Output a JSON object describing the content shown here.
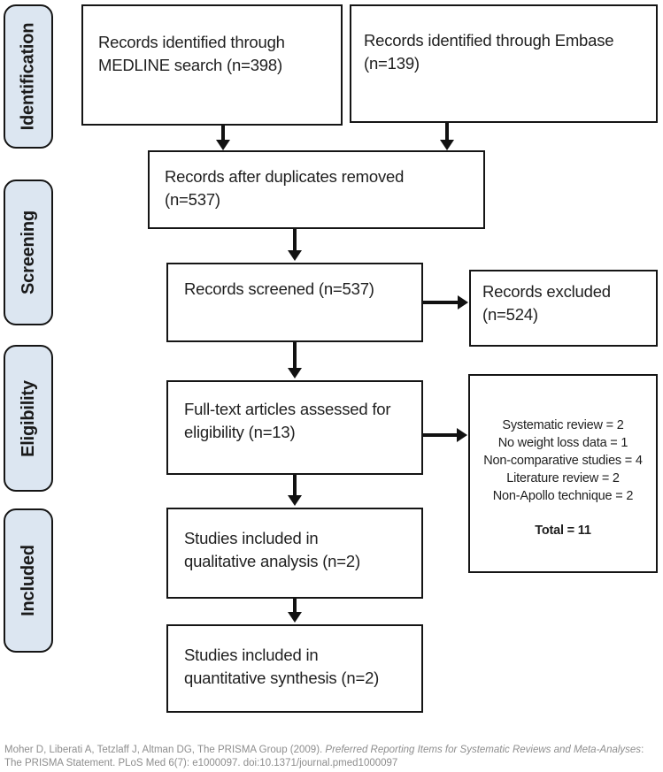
{
  "diagram": {
    "stages": [
      {
        "label": "Identification"
      },
      {
        "label": "Screening"
      },
      {
        "label": "Eligibility"
      },
      {
        "label": "Included"
      }
    ],
    "boxes": {
      "medline": {
        "text": "Records identified through\nMEDLINE search (n=398)"
      },
      "embase": {
        "text": "Records identified through Embase\n(n=139)"
      },
      "duplicates": {
        "text": "Records after duplicates removed\n(n=537)"
      },
      "screened": {
        "text": "Records screened (n=537)"
      },
      "excluded": {
        "text": "Records excluded\n(n=524)"
      },
      "fulltext": {
        "text": "Full-text articles assessed for\neligibility (n=13)"
      },
      "reasons": {
        "lines": [
          "Systematic review = 2",
          "No weight loss data = 1",
          "Non-comparative studies = 4",
          "Literature review = 2",
          "Non-Apollo technique = 2"
        ],
        "total": "Total = 11"
      },
      "qualitative": {
        "text": "Studies included in\nqualitative analysis (n=2)"
      },
      "quantitative": {
        "text": "Studies included in\nquantitative synthesis (n=2)"
      }
    },
    "colors": {
      "stage_fill": "#dce6f1",
      "box_border": "#151515",
      "arrow": "#111111",
      "footer_text": "#8e8e8e"
    }
  },
  "footer": {
    "part1": "Moher D, Liberati A, Tetzlaff J, Altman DG, The PRISMA Group (2009). ",
    "italic": "Preferred Reporting Items for Systematic Reviews and Meta-Analyses",
    "part2": ": The PRISMA Statement. PLoS Med 6(7): e1000097. doi:10.1371/journal.pmed1000097"
  }
}
